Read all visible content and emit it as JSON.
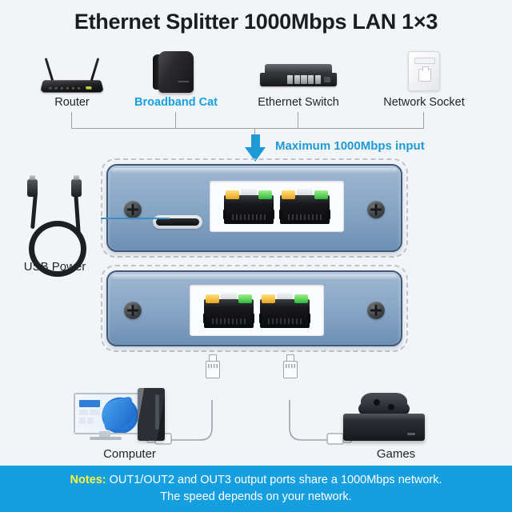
{
  "title": "Ethernet Splitter 1000Mbps LAN 1×3",
  "background_color": "#f2f5f8",
  "accent_color": "#16a0e0",
  "sources": {
    "items": [
      {
        "label": "Router",
        "icon": "router-icon",
        "accent": false
      },
      {
        "label": "Broadband Cat",
        "icon": "modem-icon",
        "accent": true
      },
      {
        "label": "Ethernet Switch",
        "icon": "ethernet-switch-icon",
        "accent": false
      },
      {
        "label": "Network Socket",
        "icon": "wall-network-socket-icon",
        "accent": false
      }
    ]
  },
  "input": {
    "caption": "Maximum 1000Mbps input",
    "arrow_icon": "down-arrow-icon",
    "arrow_color": "#1e9ad6"
  },
  "power": {
    "label": "USB Power",
    "cable_icon": "usb-cable-icon",
    "port_icon": "usb-c-port-icon"
  },
  "splitter": {
    "top_unit": {
      "name": "splitter-top-face",
      "ports": [
        {
          "name": "rj45-port",
          "led_left": "yellow",
          "led_right": "green"
        },
        {
          "name": "rj45-port",
          "led_left": "yellow",
          "led_right": "green"
        }
      ],
      "screws": 2,
      "usb_c": true
    },
    "bottom_unit": {
      "name": "splitter-bottom-face",
      "ports": [
        {
          "name": "rj45-port",
          "led_left": "yellow",
          "led_right": "green"
        },
        {
          "name": "rj45-port",
          "led_left": "yellow",
          "led_right": "green"
        }
      ],
      "screws": 2,
      "usb_c": false
    }
  },
  "outputs": {
    "items": [
      {
        "label": "Computer",
        "icon": "desktop-computer-icon"
      },
      {
        "label": "Games",
        "icon": "game-console-icon"
      }
    ]
  },
  "footer": {
    "notes_label": "Notes:",
    "line1": "OUT1/OUT2 and OUT3 output ports share a 1000Mbps network.",
    "line2": "The speed depends on your network.",
    "background_color": "#159ee0",
    "notes_color": "#fff33f"
  }
}
